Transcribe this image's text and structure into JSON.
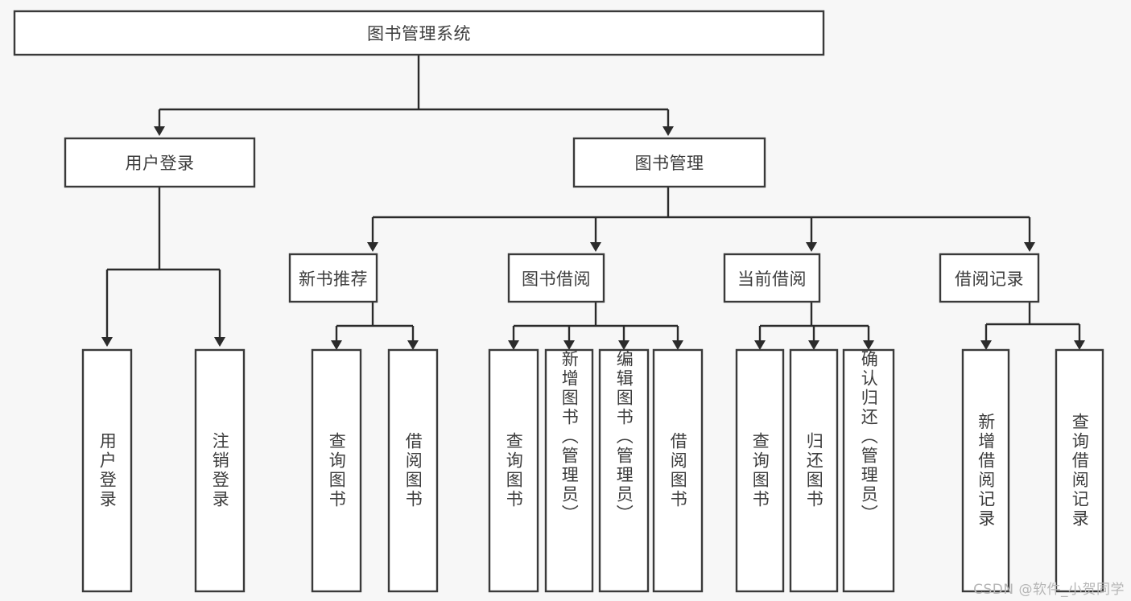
{
  "diagram": {
    "type": "tree-hierarchy",
    "title": "图书管理系统",
    "background_color": "#f7f7f7",
    "box_fill": "#ffffff",
    "box_stroke": "#3a3a3a",
    "text_color": "#3d3d3d",
    "connector_color": "#2b2b2b"
  },
  "root": {
    "label": "图书管理系统"
  },
  "level2": {
    "user_login": {
      "label": "用户登录"
    },
    "book_manage": {
      "label": "图书管理"
    }
  },
  "level3": {
    "new_book_recommend": {
      "label": "新书推荐"
    },
    "book_borrow": {
      "label": "图书借阅"
    },
    "current_borrow": {
      "label": "当前借阅"
    },
    "borrow_record": {
      "label": "借阅记录"
    }
  },
  "leaves": {
    "user_login": [
      {
        "label": "用户登录"
      },
      {
        "label": "注销登录"
      }
    ],
    "new_book_recommend": [
      {
        "label": "查询图书"
      },
      {
        "label": "借阅图书"
      }
    ],
    "book_borrow": [
      {
        "label": "查询图书"
      },
      {
        "label": "新增图书（管理员）"
      },
      {
        "label": "编辑图书（管理员）"
      },
      {
        "label": "借阅图书"
      }
    ],
    "current_borrow": [
      {
        "label": "查询图书"
      },
      {
        "label": "归还图书"
      },
      {
        "label": "确认归还（管理员）"
      }
    ],
    "borrow_record": [
      {
        "label": "新增借阅记录"
      },
      {
        "label": "查询借阅记录"
      }
    ]
  },
  "watermark": {
    "text": "CSDN @软件_小贺同学"
  }
}
